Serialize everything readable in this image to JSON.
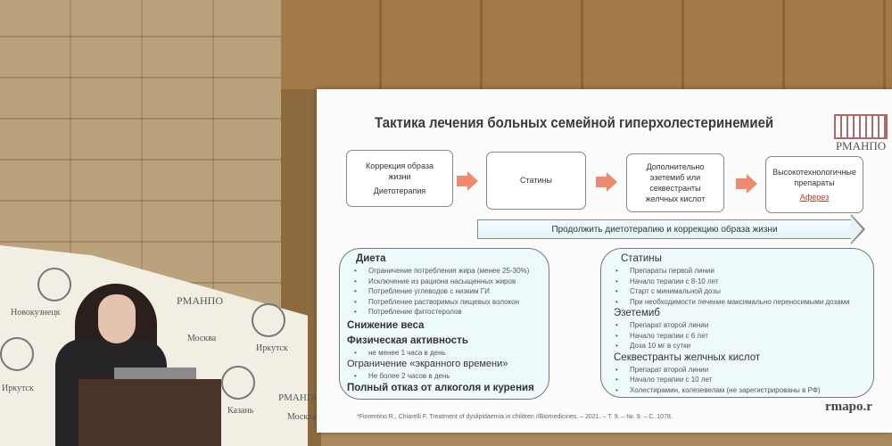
{
  "slide": {
    "title": "Тактика лечения больных семейной гиперхолестеринемией",
    "logo_text": "РМАНПО",
    "steps": [
      {
        "lines": [
          "Коррекция образа жизни",
          "Диетотерапия"
        ]
      },
      {
        "lines": [
          "Статины"
        ]
      },
      {
        "lines": [
          "Дополнительно эзетемиб или секвестранты желчных кислот"
        ]
      },
      {
        "lines": [
          "Высокотехнологичные препараты",
          "Аферез"
        ]
      }
    ],
    "continue_arrow": "Продолжить диетотерапию и коррекцию образа жизни",
    "left_panel": {
      "diet_heading": "Диета",
      "diet_items": [
        "Ограничение потребления жира (менее 25-30%)",
        "Исключение из рациона насыщенных жиров",
        "Потребление углеводов с низким ГИ",
        "Потребление растворимых пищевых волокон",
        "Потребление фитостеролов"
      ],
      "weight": "Снижение веса",
      "activity_heading": "Физическая активность",
      "activity_items": [
        "не менее 1 часа в день"
      ],
      "screen_heading": "Ограничение «экранного времени»",
      "screen_items": [
        "Не более 2 часов в день"
      ],
      "quit": "Полный отказ от алкоголя и курения"
    },
    "right_panel": {
      "statins_heading": "Статины",
      "statins_items": [
        "Препараты первой линии",
        "Начало терапии с 8-10 лет",
        "Старт с минимальной дозы",
        "При необходимости лечение максимально переносимыми дозами"
      ],
      "ezetimibe_heading": "Эзетемиб",
      "ezetimibe_items": [
        "Препарат второй линии",
        "Начало терапии с 6 лет",
        "Доза 10 мг в сутки"
      ],
      "sequestrants_heading": "Секвестранты желчных кислот",
      "sequestrants_items": [
        "Препарат второй линии",
        "Начало терапии с 10 лет",
        "Холестирамин, колезевелам (не зарегистрированы в РФ)"
      ]
    },
    "footnote": "*Fiorentino R., Chiarelli F. Treatment of dyslipidaemia in children //Biomedicines. – 2021. – Т. 9. – №. 9. – С. 1078.",
    "site": "rmapo.r",
    "accent_color": "#ee8a70",
    "apheresis_color": "#c0392b"
  },
  "banner": {
    "logo_text": "РМАНПО",
    "cities": [
      "Новокузнецк",
      "Москва",
      "Иркутск",
      "Иркутск",
      "Казань",
      "Москва"
    ]
  }
}
